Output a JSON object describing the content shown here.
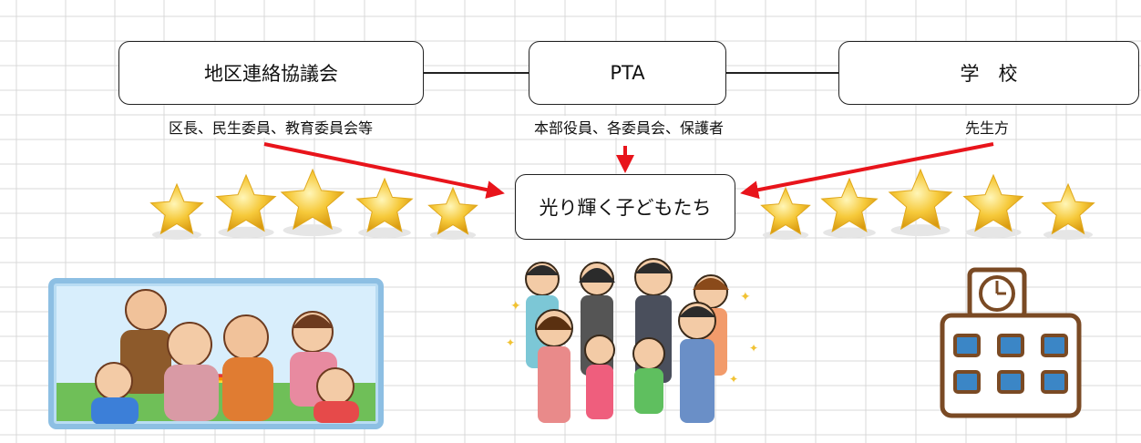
{
  "nodes": {
    "community": {
      "label": "地区連絡協議会",
      "members": "区長、民生委員、教育委員会等"
    },
    "pta": {
      "label": "PTA",
      "members": "本部役員、各委員会、保護者"
    },
    "school": {
      "label": "学　校",
      "members": "先生方"
    },
    "children": {
      "label": "光り輝く子どもたち"
    }
  },
  "colors": {
    "arrow": "#e8141b",
    "connector": "#222222",
    "star": "#f4c93a",
    "grid": "#d9d9d9"
  },
  "illustrations": [
    "family-window-illustration",
    "pta-group-illustration",
    "school-building-illustration"
  ]
}
